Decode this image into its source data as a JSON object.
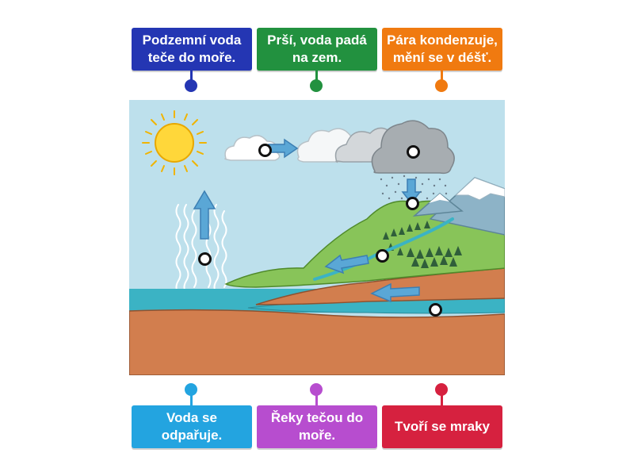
{
  "colors": {
    "navy": "#2436b3",
    "green": "#22913f",
    "orange": "#f07a10",
    "cyan": "#23a4e0",
    "purple": "#b74dcf",
    "red": "#d6213f"
  },
  "labels": {
    "top": [
      {
        "text": "Podzemní voda teče do moře.",
        "color": "navy"
      },
      {
        "text": "Prší, voda padá na zem.",
        "color": "green"
      },
      {
        "text": "Pára kondenzuje, mění se v déšť.",
        "color": "orange"
      }
    ],
    "bottom": [
      {
        "text": "Voda se odpařuje.",
        "color": "cyan"
      },
      {
        "text": "Řeky tečou do moře.",
        "color": "purple"
      },
      {
        "text": "Tvoří se mraky",
        "color": "red"
      }
    ]
  },
  "diagram": {
    "icons": [
      "sun-icon",
      "cloud-icon",
      "rain-icon",
      "mountain-icon",
      "tree-icon",
      "arrow-icon"
    ]
  }
}
